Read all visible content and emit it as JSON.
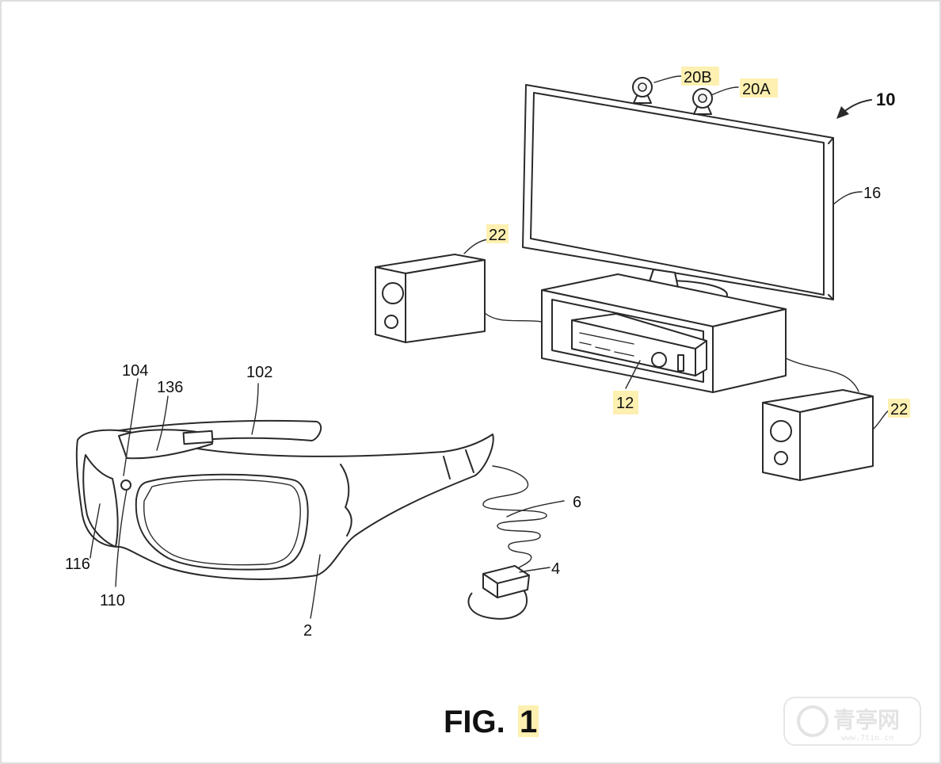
{
  "figure": {
    "caption_prefix": "FIG.",
    "caption_number": "1",
    "labels": {
      "system": "10",
      "display": "16",
      "camera_b": "20B",
      "camera_a": "20A",
      "speaker_left": "22",
      "speaker_right": "22",
      "console": "12",
      "glasses": "2",
      "temple": "102",
      "bridge": "104",
      "sensor": "136",
      "lens_side": "116",
      "camera_lens": "110",
      "cable": "6",
      "wristband": "4"
    },
    "highlight_color": "#fdf0b0",
    "line_color": "#2a2a2a"
  },
  "watermark": {
    "text": "青亭网",
    "sub": "www.7tin.cn"
  }
}
